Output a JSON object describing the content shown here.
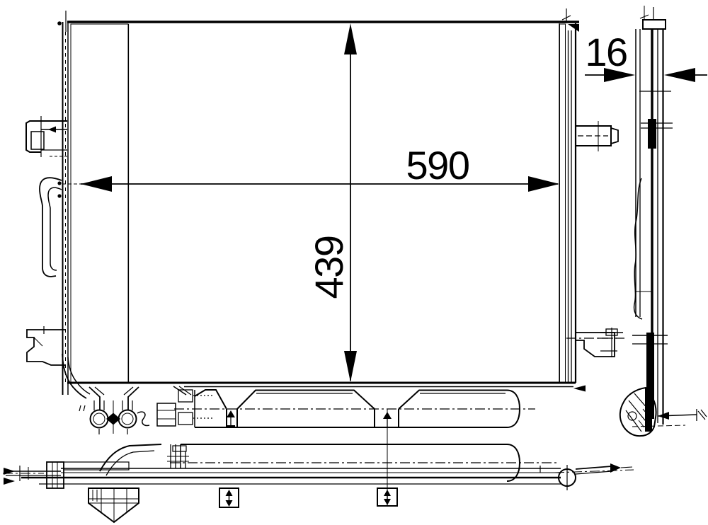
{
  "dimensions": {
    "width_label": "590",
    "height_label": "439",
    "depth_label": "16"
  },
  "colors": {
    "line": "#000000",
    "background": "#ffffff"
  }
}
